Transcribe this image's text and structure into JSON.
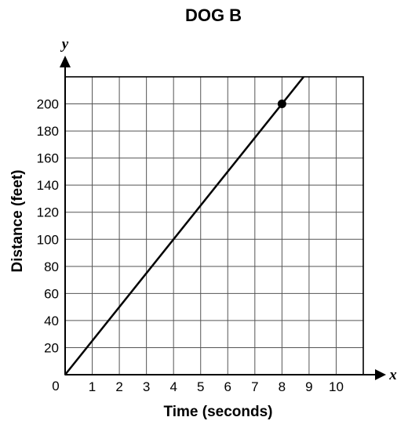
{
  "chart_data": {
    "type": "line",
    "title": "DOG B",
    "xlabel": "Time (seconds)",
    "ylabel": "Distance (feet)",
    "x_axis_variable": "x",
    "y_axis_variable": "y",
    "xlim": [
      0,
      11
    ],
    "ylim": [
      0,
      220
    ],
    "x_ticks": [
      1,
      2,
      3,
      4,
      5,
      6,
      7,
      8,
      9,
      10
    ],
    "y_ticks": [
      20,
      40,
      60,
      80,
      100,
      120,
      140,
      160,
      180,
      200
    ],
    "origin_label": "0",
    "grid": true,
    "series": [
      {
        "x": [
          0,
          8.8
        ],
        "y": [
          0,
          220
        ]
      }
    ],
    "highlighted_points": [
      {
        "x": 8,
        "y": 200
      }
    ]
  }
}
